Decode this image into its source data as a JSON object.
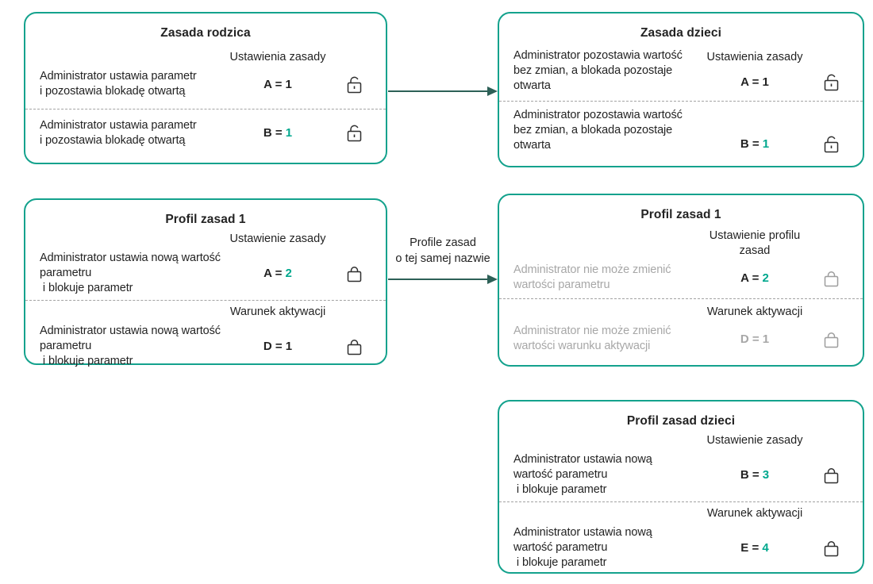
{
  "colors": {
    "accent": "#14a28d",
    "arrow": "#2d6057",
    "teal_num": "#00a88e",
    "ink": "#232323",
    "muted": "#a7a7a7",
    "divider": "#a3a3a3"
  },
  "arrow_label": "Profile zasad\no tej samej nazwie",
  "boxes": [
    {
      "title": "Zasada rodzica",
      "sections": [
        {
          "header": "Ustawienia zasady",
          "desc": "Administrator ustawia parametr\ni pozostawia blokadę otwartą",
          "value_label": "A =",
          "value_num": "1",
          "lock": "open"
        },
        {
          "header": "",
          "desc": "Administrator ustawia parametr\ni pozostawia blokadę otwartą",
          "value_label": "B =",
          "value_num": "1",
          "lock": "open"
        }
      ]
    },
    {
      "title": "Zasada dzieci",
      "sections": [
        {
          "header": "Ustawienia zasady",
          "desc": "Administrator pozostawia wartość\nbez zmian, a blokada pozostaje\notwarta",
          "value_label": "A =",
          "value_num": "1",
          "lock": "open"
        },
        {
          "header": "",
          "desc": "Administrator pozostawia wartość\nbez zmian, a blokada pozostaje\notwarta",
          "value_label": "B =",
          "value_num": "1",
          "lock": "open"
        }
      ]
    },
    {
      "title": "Profil zasad 1",
      "sections": [
        {
          "header": "Ustawienie zasady",
          "desc": "Administrator ustawia nową wartość\nparametru\n i blokuje parametr",
          "value_label": "A =",
          "value_num": "2",
          "lock": "closed"
        },
        {
          "header": "Warunek aktywacji",
          "desc": "Administrator ustawia nową wartość\nparametru\n i blokuje parametr",
          "value_label": "D =",
          "value_num": "1",
          "lock": "closed"
        }
      ]
    },
    {
      "title": "Profil zasad 1",
      "sections": [
        {
          "header": "Ustawienie profilu\nzasad",
          "desc": "Administrator nie może zmienić\nwartości parametru",
          "value_label": "A =",
          "value_num": "2",
          "lock": "closed"
        },
        {
          "header": "Warunek aktywacji",
          "desc": "Administrator nie może zmienić\nwartości warunku aktywacji",
          "value_label": "D =",
          "value_num": "1",
          "lock": "closed"
        }
      ]
    },
    {
      "title": "Profil zasad dzieci",
      "sections": [
        {
          "header": "Ustawienie zasady",
          "desc": "Administrator ustawia nową\nwartość parametru\n i blokuje parametr",
          "value_label": "B =",
          "value_num": "3",
          "lock": "closed"
        },
        {
          "header": "Warunek aktywacji",
          "desc": "Administrator ustawia nową\nwartość parametru\n i blokuje parametr",
          "value_label": "E =",
          "value_num": "4",
          "lock": "closed"
        }
      ]
    }
  ]
}
